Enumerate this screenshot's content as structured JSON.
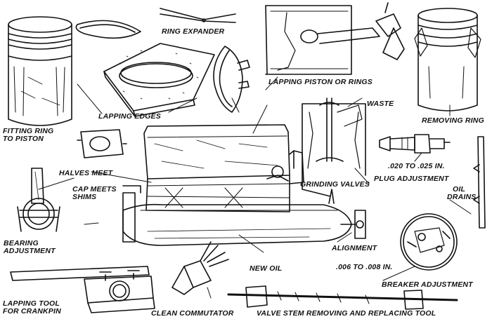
{
  "labels": {
    "ring_expander": "RING EXPANDER",
    "lapping_piston_or_rings": "LAPPING PISTON OR RINGS",
    "waste": "WASTE",
    "removing_ring": "REMOVING RING",
    "lapping_edges": "LAPPING EDGES",
    "fitting_ring_line1": "FITTING RING",
    "fitting_ring_line2": "TO PISTON",
    "halves_meet": "HALVES MEET",
    "cap_meets_line1": "CAP MEETS",
    "cap_meets_line2": "SHIMS",
    "gap_measure": ".020 TO .025 IN.",
    "plug_adjustment": "PLUG ADJUSTMENT",
    "grinding_valves": "GRINDING VALVES",
    "oil_drains_line1": "OIL",
    "oil_drains_line2": "DRAINS",
    "bearing_line1": "BEARING",
    "bearing_line2": "ADJUSTMENT",
    "alignment": "ALIGNMENT",
    "new_oil": "NEW OIL",
    "breaker_gap": ".006 TO .008 IN.",
    "breaker_adjustment": "BREAKER ADJUSTMENT",
    "lapping_tool_line1": "LAPPING TOOL",
    "lapping_tool_line2": "FOR CRANKPIN",
    "clean_commutator": "CLEAN COMMUTATOR",
    "valve_stem_tool": "VALVE STEM REMOVING AND REPLACING TOOL"
  }
}
